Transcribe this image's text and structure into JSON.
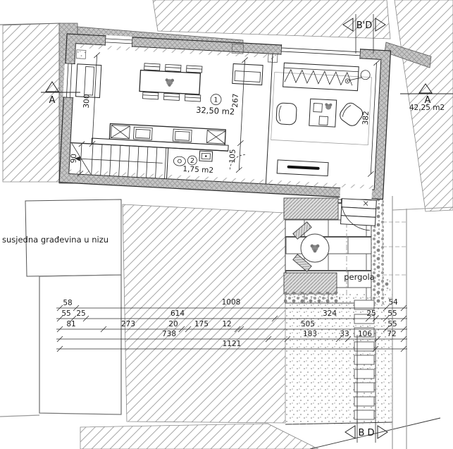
{
  "markers": {
    "section_top": "B'D",
    "section_bottom": "B D",
    "section_left": "A",
    "section_right": "A"
  },
  "rooms": {
    "room1_no": "1",
    "room1_area": "32,50 m2",
    "room2_no": "2",
    "room2_area": "1,75 m2",
    "right_area": "42,25 m2"
  },
  "labels": {
    "neighbor_building": "susjedna građevina u nizu",
    "pergola": "pergola"
  },
  "dims_vertical": {
    "v300": "300",
    "v267": "267",
    "v90": "90",
    "v105": "105",
    "v382": "382"
  },
  "dim_rows": {
    "r1": {
      "d58": "58",
      "d1008": "1008",
      "d54": "54"
    },
    "r2": {
      "d55l": "55",
      "d25l": "25",
      "d614": "614",
      "d324": "324",
      "d25r": "25",
      "d55r": "55"
    },
    "r3": {
      "d81": "81",
      "d273": "273",
      "d20": "20",
      "d175": "175",
      "d12": "12",
      "d505": "505",
      "d55r": "55"
    },
    "r4": {
      "d738": "738",
      "d183": "183",
      "d33": "33",
      "d106": "106",
      "d72": "72"
    },
    "r5": {
      "d1121": "1121"
    }
  }
}
